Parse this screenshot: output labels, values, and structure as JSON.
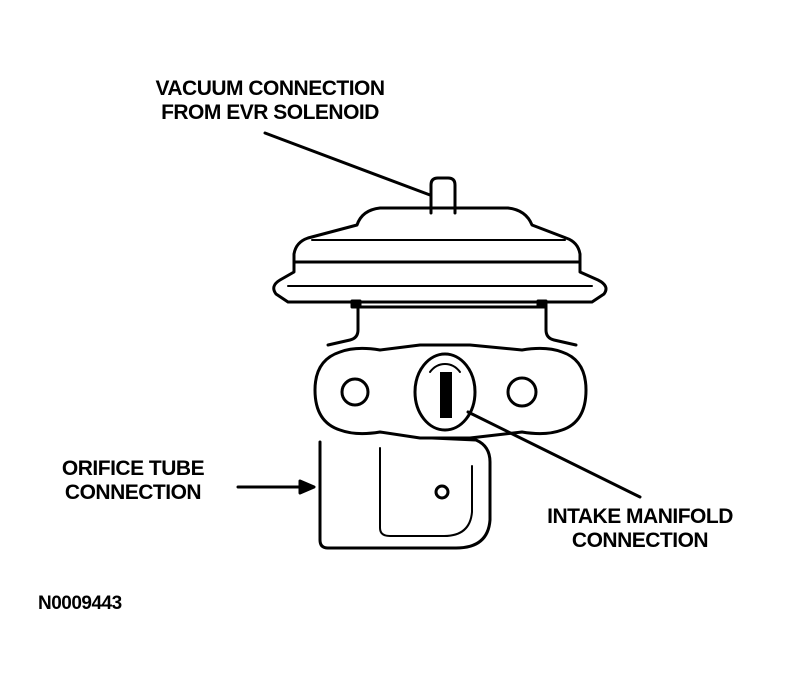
{
  "labels": {
    "vacuum": [
      "VACUUM CONNECTION",
      "FROM EVR SOLENOID"
    ],
    "orifice": [
      "ORIFICE TUBE",
      "CONNECTION"
    ],
    "intake": [
      "INTAKE MANIFOLD",
      "CONNECTION"
    ]
  },
  "figure_id": "N0009443",
  "colors": {
    "ink": "#000000",
    "paper": "#ffffff"
  }
}
